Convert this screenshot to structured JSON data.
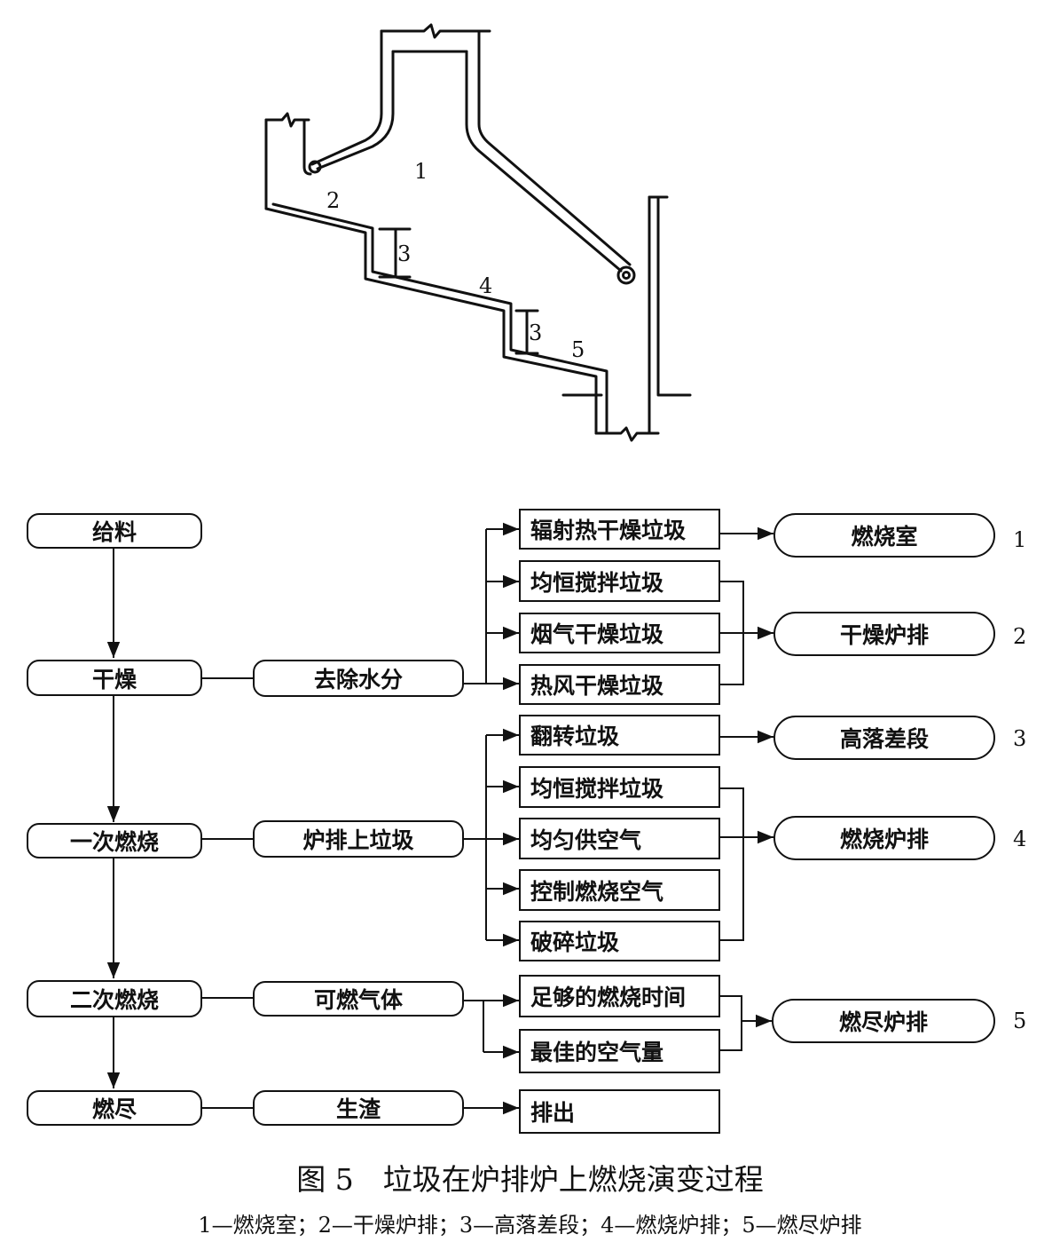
{
  "furnace": {
    "labels": [
      "1",
      "2",
      "3",
      "4",
      "3",
      "5"
    ]
  },
  "stages": [
    "给料",
    "干燥",
    "一次燃烧",
    "二次燃烧",
    "燃尽"
  ],
  "processes": [
    "去除水分",
    "炉排上垃圾",
    "可燃气体",
    "生渣"
  ],
  "actions": [
    "辐射热干燥垃圾",
    "均恒搅拌垃圾",
    "烟气干燥垃圾",
    "热风干燥垃圾",
    "翻转垃圾",
    "均恒搅拌垃圾",
    "均匀供空气",
    "控制燃烧空气",
    "破碎垃圾",
    "足够的燃烧时间",
    "最佳的空气量",
    "排出"
  ],
  "zones": [
    {
      "name": "燃烧室",
      "number": "1"
    },
    {
      "name": "干燥炉排",
      "number": "2"
    },
    {
      "name": "高落差段",
      "number": "3"
    },
    {
      "name": "燃烧炉排",
      "number": "4"
    },
    {
      "name": "燃尽炉排",
      "number": "5"
    }
  ],
  "caption": {
    "title": "图 5　垃圾在炉排炉上燃烧演变过程",
    "legend": "1—燃烧室；2—干燥炉排；3—高落差段；4—燃烧炉排；5—燃尽炉排"
  }
}
